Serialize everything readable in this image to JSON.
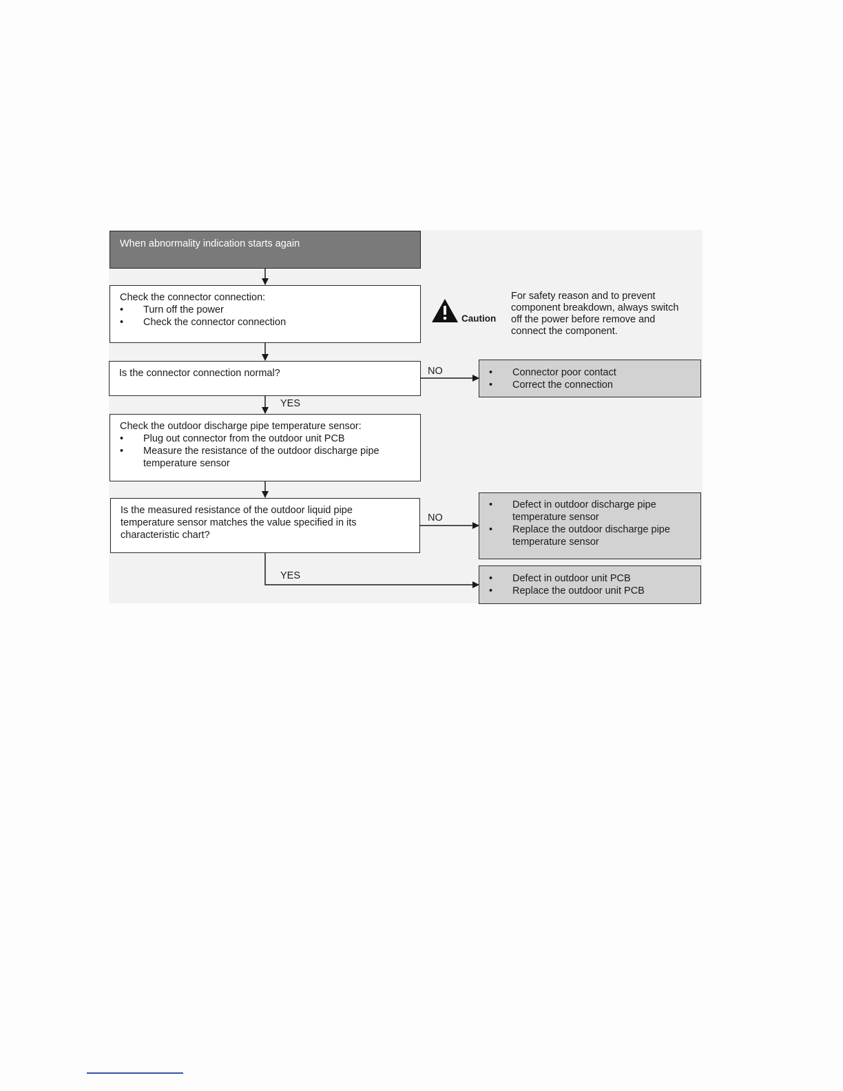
{
  "start": {
    "text": "When abnormality indication starts again"
  },
  "check_connector": {
    "title": "Check the connector connection:",
    "items": [
      "Turn off the power",
      "Check the connector connection"
    ]
  },
  "caution": {
    "icon": "warning-triangle-icon",
    "label": "Caution",
    "text": "For safety reason and to prevent component breakdown, always switch off the power before remove and connect the component."
  },
  "decision1": {
    "question": "Is the connector connection normal?",
    "no_label": "NO",
    "yes_label": "YES"
  },
  "result_connector": {
    "items": [
      "Connector poor contact",
      "Correct the connection"
    ]
  },
  "check_sensor": {
    "title": "Check the outdoor discharge pipe temperature sensor:",
    "items": [
      "Plug out connector from the outdoor unit PCB",
      "Measure the resistance of the outdoor discharge pipe temperature sensor"
    ]
  },
  "decision2": {
    "question_lines": [
      "Is the measured resistance of the outdoor liquid pipe",
      "temperature sensor matches the value specified in its",
      "characteristic chart?"
    ],
    "no_label": "NO",
    "yes_label": "YES"
  },
  "result_sensor": {
    "items": [
      "Defect in outdoor discharge pipe temperature sensor",
      "Replace the outdoor discharge pipe temperature sensor"
    ]
  },
  "result_pcb": {
    "items": [
      "Defect in outdoor unit PCB",
      "Replace the outdoor unit PCB"
    ]
  },
  "bullet_char": "•"
}
